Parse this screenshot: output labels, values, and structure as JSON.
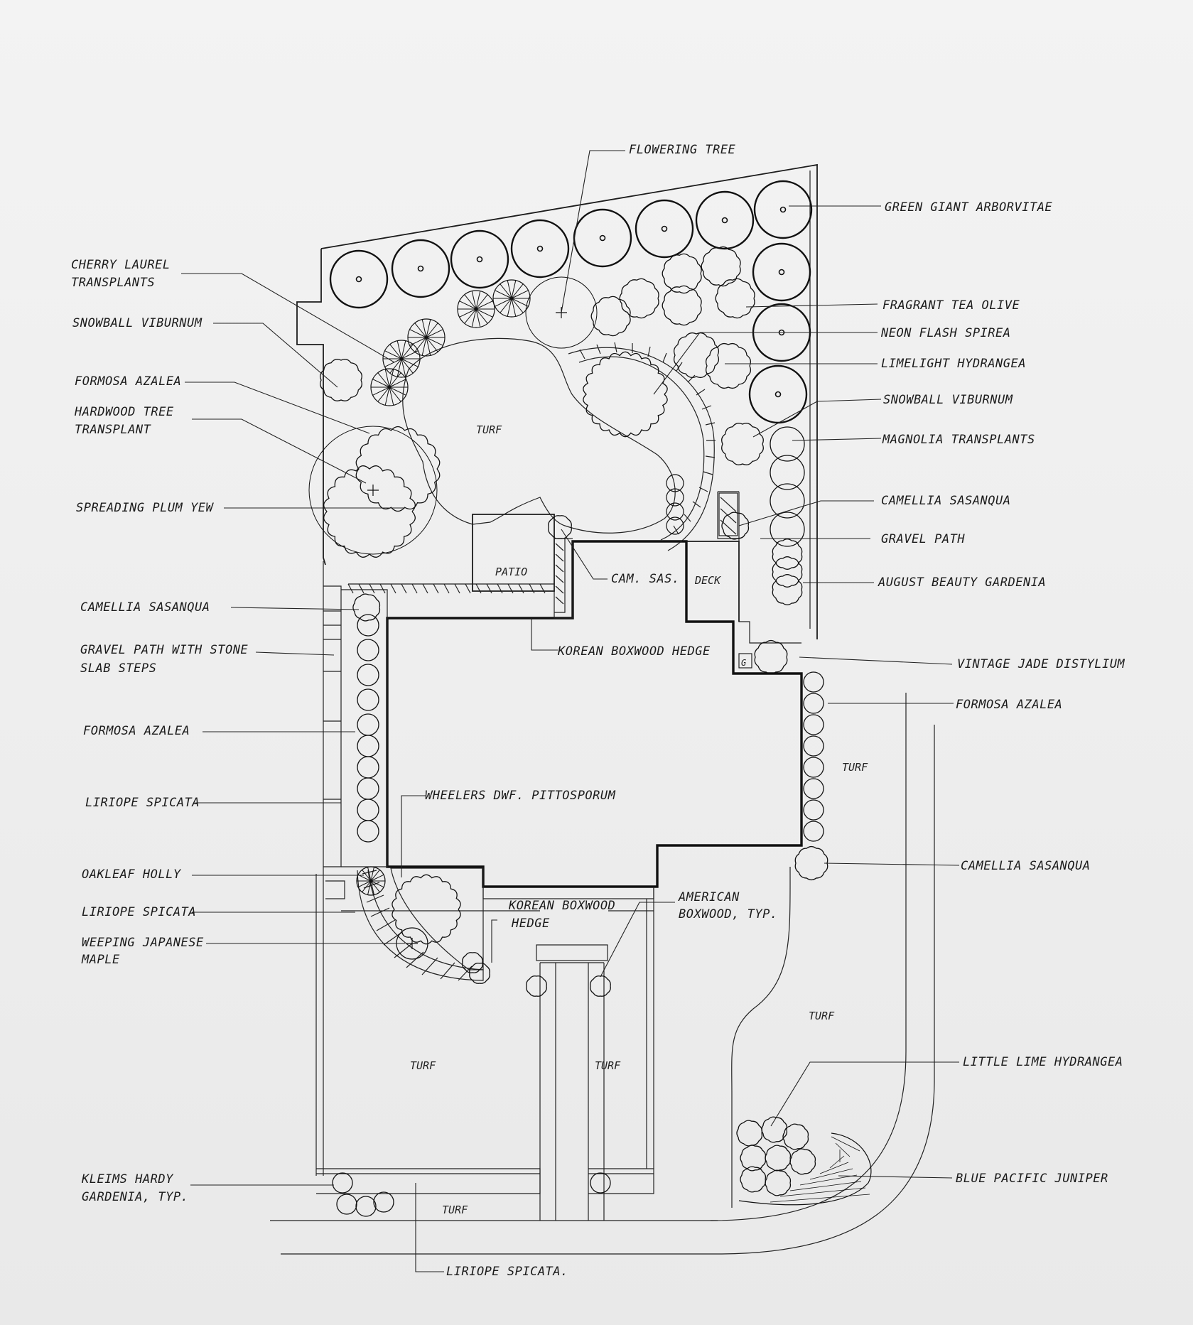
{
  "plan": {
    "labels": {
      "flowering_tree": "FLOWERING TREE",
      "green_giant": "GREEN GIANT ARBORVITAE",
      "cherry_laurel_1": "CHERRY LAUREL",
      "cherry_laurel_2": "TRANSPLANTS",
      "snowball_left": "SNOWBALL VIBURNUM",
      "formosa_top": "FORMOSA AZALEA",
      "hardwood_1": "HARDWOOD TREE",
      "hardwood_2": "TRANSPLANT",
      "spreading_yew": "SPREADING PLUM YEW",
      "camellia_left": "CAMELLIA SASANQUA",
      "gravel_steps_1": "GRAVEL PATH WITH STONE",
      "gravel_steps_2": "SLAB STEPS",
      "formosa_left": "FORMOSA AZALEA",
      "liriope_left": "LIRIOPE SPICATA",
      "oakleaf": "OAKLEAF HOLLY",
      "liriope_left2": "LIRIOPE SPICATA",
      "weeping_1": "WEEPING JAPANESE",
      "weeping_2": "MAPLE",
      "kleims_1": "KLEIMS HARDY",
      "kleims_2": "GARDENIA, TYP.",
      "liriope_bottom": "LIRIOPE SPICATA.",
      "fragrant": "FRAGRANT TEA OLIVE",
      "neon": "NEON FLASH SPIREA",
      "limelight": "LIMELIGHT HYDRANGEA",
      "snowball_right": "SNOWBALL VIBURNUM",
      "magnolia": "MAGNOLIA TRANSPLANTS",
      "camellia_right": "CAMELLIA SASANQUA",
      "gravel_path": "GRAVEL PATH",
      "august": "AUGUST BEAUTY GARDENIA",
      "vintage": "VINTAGE JADE DISTYLIUM",
      "formosa_right": "FORMOSA AZALEA",
      "camellia_right2": "CAMELLIA SASANQUA",
      "little_lime": "LITTLE LIME HYDRANGEA",
      "blue_pacific": "BLUE PACIFIC JUNIPER",
      "wheelers": "WHEELERS DWF. PITTOSPORUM",
      "cam_sas": "CAM. SAS.",
      "korean_1": "KOREAN BOXWOOD HEDGE",
      "korean_2a": "KOREAN BOXWOOD",
      "korean_2b": "HEDGE",
      "american_1": "AMERICAN",
      "american_2": "BOXWOOD, TYP."
    },
    "areas": {
      "turf_top": "TURF",
      "patio": "PATIO",
      "deck": "DECK",
      "turf_right": "TURF",
      "turf_mid": "TURF",
      "turf_left": "TURF",
      "turf_center": "TURF",
      "turf_bottom": "TURF",
      "gate": "G"
    }
  }
}
